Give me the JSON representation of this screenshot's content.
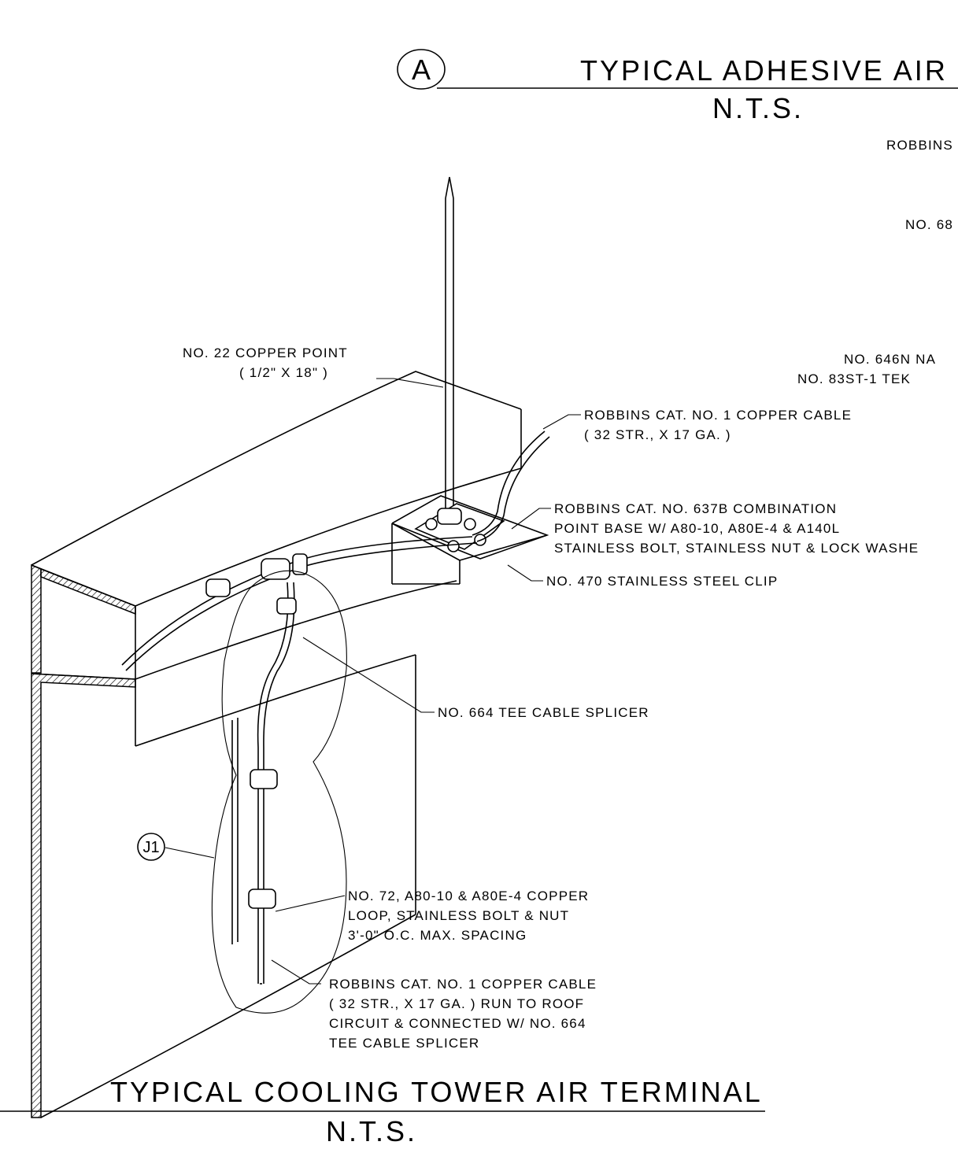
{
  "detail_a": {
    "tag": "A",
    "title": "TYPICAL ADHESIVE AIR",
    "scale": "N.T.S.",
    "notes": [
      "ROBBINS",
      "NO. 68",
      "NO. 646N NA",
      "NO. 83ST-1 TEK"
    ]
  },
  "detail_main": {
    "title": "TYPICAL COOLING TOWER AIR TERMINAL",
    "scale": "N.T.S.",
    "callout_tag": "J1",
    "labels": {
      "copper_point": [
        "NO. 22 COPPER POINT",
        "( 1/2\" X 18\" )"
      ],
      "copper_cable_top": [
        "ROBBINS CAT. NO. 1 COPPER CABLE",
        "( 32 STR., X 17 GA. )"
      ],
      "point_base": [
        "ROBBINS CAT. NO. 637B COMBINATION",
        "POINT BASE W/ A80-10, A80E-4 & A140L",
        "STAINLESS BOLT, STAINLESS NUT & LOCK WASHE"
      ],
      "steel_clip": [
        "NO. 470 STAINLESS STEEL CLIP"
      ],
      "tee_splicer": [
        "NO. 664 TEE CABLE SPLICER"
      ],
      "copper_loop": [
        "NO. 72, A80-10 & A80E-4 COPPER",
        "LOOP, STAINLESS BOLT & NUT",
        "3'-0\" O.C. MAX. SPACING"
      ],
      "copper_cable_bottom": [
        "ROBBINS CAT. NO. 1 COPPER CABLE",
        "( 32 STR., X 17 GA. ) RUN TO ROOF",
        "CIRCUIT & CONNECTED W/ NO. 664",
        "TEE CABLE SPLICER"
      ]
    }
  }
}
